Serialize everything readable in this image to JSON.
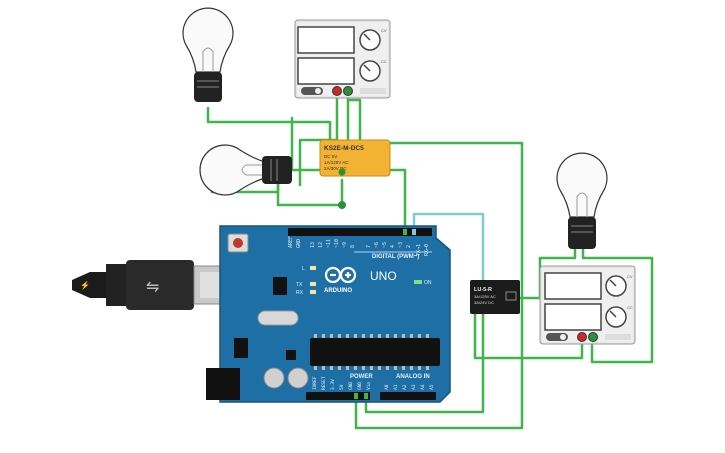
{
  "colors": {
    "board": "#1e6fa6",
    "board_dark": "#15557f",
    "relay_yellow": "#f2b233",
    "relay_black": "#1b1b1b",
    "wire_green": "#3fb54b",
    "wire_teal": "#7fcbd2",
    "wire_dark_green": "#2b8f3c",
    "psu_body": "#e6e6e6",
    "bulb_glass": "#fafafa",
    "socket": "#222222"
  },
  "arduino": {
    "brand": "ARDUINO",
    "model": "UNO",
    "on_label": "ON",
    "tx": "TX",
    "rx": "RX",
    "l": "L",
    "digital_label": "DIGITAL (PWM~)",
    "power_label": "POWER",
    "analog_label": "ANALOG IN",
    "top_pins": [
      "AREF",
      "GND",
      "13",
      "12",
      "~11",
      "~10",
      "~9",
      "8",
      "7",
      "~6",
      "~5",
      "4",
      "~3",
      "2",
      "TX→1",
      "RX←0"
    ],
    "power_pins": [
      "IOREF",
      "RESET",
      "3.3V",
      "5V",
      "GND",
      "GND",
      "Vin"
    ],
    "analog_pins": [
      "A0",
      "A1",
      "A2",
      "A3",
      "A4",
      "A5"
    ]
  },
  "relay_top": {
    "model": "KS2E-M-DC5",
    "line1": "DC 5V",
    "line2": "1A/125V AC",
    "line3": "2A/30V DC"
  },
  "relay_right": {
    "model": "LU-5-R",
    "line1": "3A/125V AC",
    "line2": "3A/24V DC"
  },
  "psu": {
    "knob_labels": [
      "CV",
      "CC"
    ],
    "terminal_labels": [
      "−",
      "+"
    ]
  }
}
